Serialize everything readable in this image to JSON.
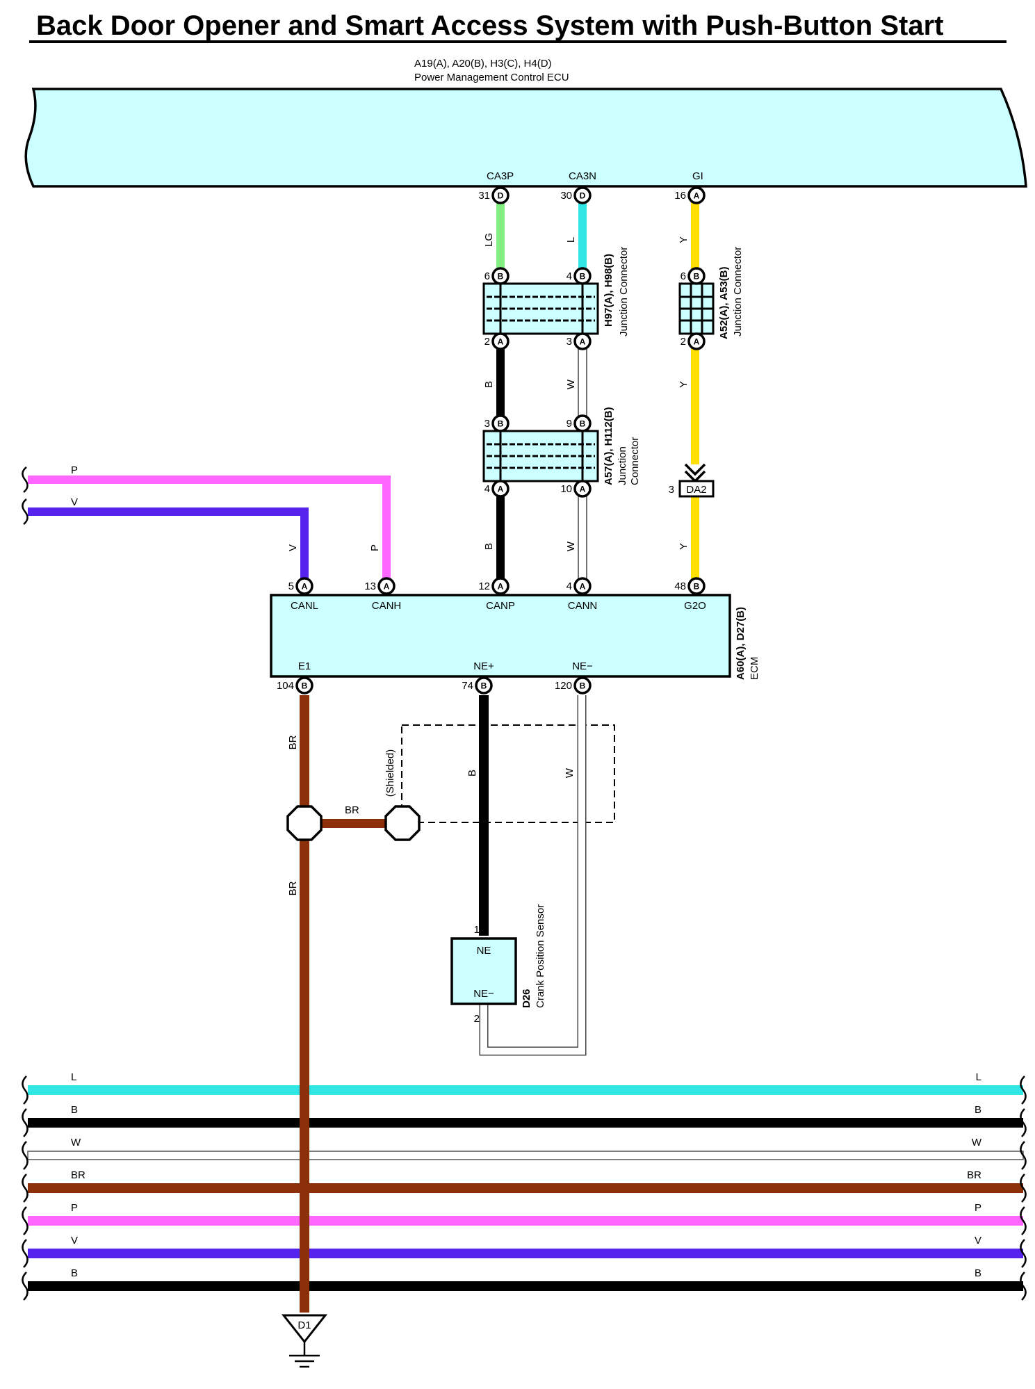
{
  "title": "Back Door Opener and Smart Access System with Push-Button Start",
  "colors": {
    "component_fill": "#ccffff",
    "wire_LG": "#80f080",
    "wire_L": "#33e6e6",
    "wire_Y": "#ffe000",
    "wire_B": "#000000",
    "wire_W": "#ffffff",
    "wire_P": "#ff66ff",
    "wire_V": "#5522ee",
    "wire_BR": "#8b3008"
  },
  "components": {
    "pm_ecu": {
      "connectors": "A19(A), A20(B), H3(C), H4(D)",
      "name": "Power Management Control ECU"
    },
    "jc1": {
      "connectors": "H97(A), H98(B)",
      "name": "Junction Connector"
    },
    "jc2": {
      "connectors": "A57(A), H112(B)",
      "name1": "Junction",
      "name2": "Connector"
    },
    "jc3": {
      "connectors": "A52(A), A53(B)",
      "name": "Junction Connector"
    },
    "ecm": {
      "connectors": "A60(A), D27(B)",
      "name": "ECM"
    },
    "sensor": {
      "connectors": "D26",
      "name": "Crank Position Sensor"
    },
    "ground": {
      "label": "D1"
    },
    "da2": {
      "label": "DA2",
      "pin": "3"
    },
    "shield": {
      "label": "(Shielded)"
    }
  },
  "terminals": {
    "ca3p": {
      "name": "CA3P",
      "pin": "31",
      "conn": "D"
    },
    "ca3n": {
      "name": "CA3N",
      "pin": "30",
      "conn": "D"
    },
    "gi": {
      "name": "GI",
      "pin": "16",
      "conn": "A"
    },
    "jc1_b6": {
      "pin": "6",
      "conn": "B"
    },
    "jc1_b4": {
      "pin": "4",
      "conn": "B"
    },
    "jc1_a2": {
      "pin": "2",
      "conn": "A"
    },
    "jc1_a3": {
      "pin": "3",
      "conn": "A"
    },
    "jc2_b3": {
      "pin": "3",
      "conn": "B"
    },
    "jc2_b9": {
      "pin": "9",
      "conn": "B"
    },
    "jc2_a4": {
      "pin": "4",
      "conn": "A"
    },
    "jc2_a10": {
      "pin": "10",
      "conn": "A"
    },
    "jc3_b6": {
      "pin": "6",
      "conn": "B"
    },
    "jc3_a2": {
      "pin": "2",
      "conn": "A"
    },
    "canl": {
      "name": "CANL",
      "pin": "5",
      "conn": "A"
    },
    "canh": {
      "name": "CANH",
      "pin": "13",
      "conn": "A"
    },
    "canp": {
      "name": "CANP",
      "pin": "12",
      "conn": "A"
    },
    "cann": {
      "name": "CANN",
      "pin": "4",
      "conn": "A"
    },
    "g2o": {
      "name": "G2O",
      "pin": "48",
      "conn": "B"
    },
    "e1": {
      "name": "E1",
      "pin": "104",
      "conn": "B"
    },
    "nep": {
      "name": "NE+",
      "pin": "74",
      "conn": "B"
    },
    "nem": {
      "name": "NE−",
      "pin": "120",
      "conn": "B"
    },
    "sens_ne": {
      "name": "NE",
      "pin": "1"
    },
    "sens_nem": {
      "name": "NE−",
      "pin": "2"
    }
  },
  "wire_labels": {
    "lg": "LG",
    "l": "L",
    "y1": "Y",
    "b1": "B",
    "w1": "W",
    "y2": "Y",
    "b2": "B",
    "w2": "W",
    "y3": "Y",
    "v": "V",
    "p": "P",
    "br1": "BR",
    "br2": "BR",
    "br3": "BR",
    "b3": "B",
    "w3": "W",
    "left_p": "P",
    "left_v": "V"
  },
  "bus_lines": [
    {
      "code": "L",
      "color": "#33e6e6"
    },
    {
      "code": "B",
      "color": "#000000"
    },
    {
      "code": "W",
      "color": "#ffffff"
    },
    {
      "code": "BR",
      "color": "#8b3008"
    },
    {
      "code": "P",
      "color": "#ff66ff"
    },
    {
      "code": "V",
      "color": "#5522ee"
    },
    {
      "code": "B",
      "color": "#000000"
    }
  ]
}
